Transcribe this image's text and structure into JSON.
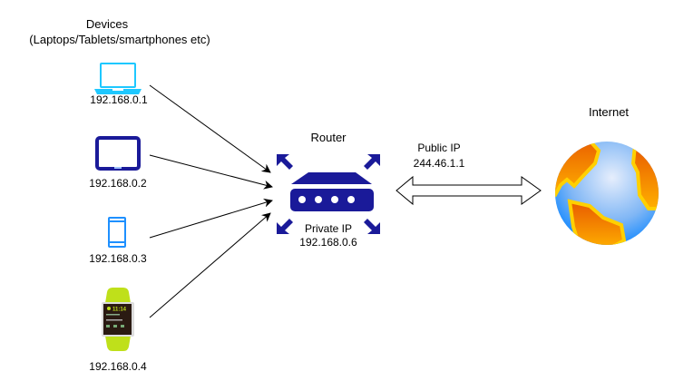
{
  "devices": {
    "title": "Devices",
    "subtitle": "(Laptops/Tablets/smartphones etc)",
    "items": [
      {
        "type": "laptop-icon",
        "ip": "192.168.0.1"
      },
      {
        "type": "tablet-icon",
        "ip": "192.168.0.2"
      },
      {
        "type": "smartphone-icon",
        "ip": "192.168.0.3"
      },
      {
        "type": "smartwatch-icon",
        "ip": "192.168.0.4",
        "watch_time": "11:14"
      }
    ]
  },
  "router": {
    "title": "Router",
    "private_label": "Private IP",
    "private_ip": "192.168.0.6",
    "color": "#1a1a99"
  },
  "public": {
    "label": "Public IP",
    "ip": "244.46.1.1"
  },
  "internet": {
    "title": "Internet"
  },
  "colors": {
    "laptop": "#1ec8ff",
    "tablet": "#1a1a99",
    "phone": "#1e90ff",
    "watch_band": "#bfe01a"
  }
}
